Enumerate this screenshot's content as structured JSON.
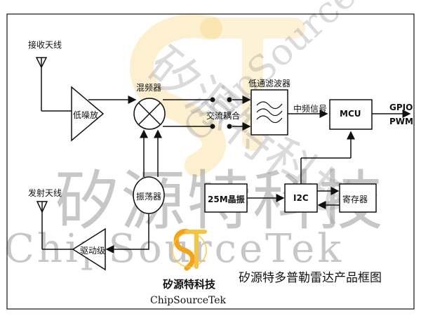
{
  "watermark": {
    "cn": "矽源特科技",
    "en": "ChipSourceTek"
  },
  "labels": {
    "rx_antenna": "接收天线",
    "tx_antenna": "发射天线",
    "lna": "低噪放",
    "mixer": "混频器",
    "ac_coupling": "交流耦合",
    "lpf": "低通滤波器",
    "if_signal": "中频信号",
    "mcu": "MCU",
    "gpio": "GPIO",
    "pwm": "PWM",
    "oscillator": "振荡器",
    "driver": "驱动级",
    "crystal": "25M晶振",
    "i2c": "I2C",
    "register": "寄存器"
  },
  "brand": {
    "cn": "矽源特科技",
    "en": "ChipSourceTek"
  },
  "caption": "矽源特多普勒雷达产品框图",
  "colors": {
    "line": "#111111",
    "logo_orange": "#f2a31b",
    "logo_yellow": "#f5c542",
    "watermark": "#9a9a9a"
  }
}
